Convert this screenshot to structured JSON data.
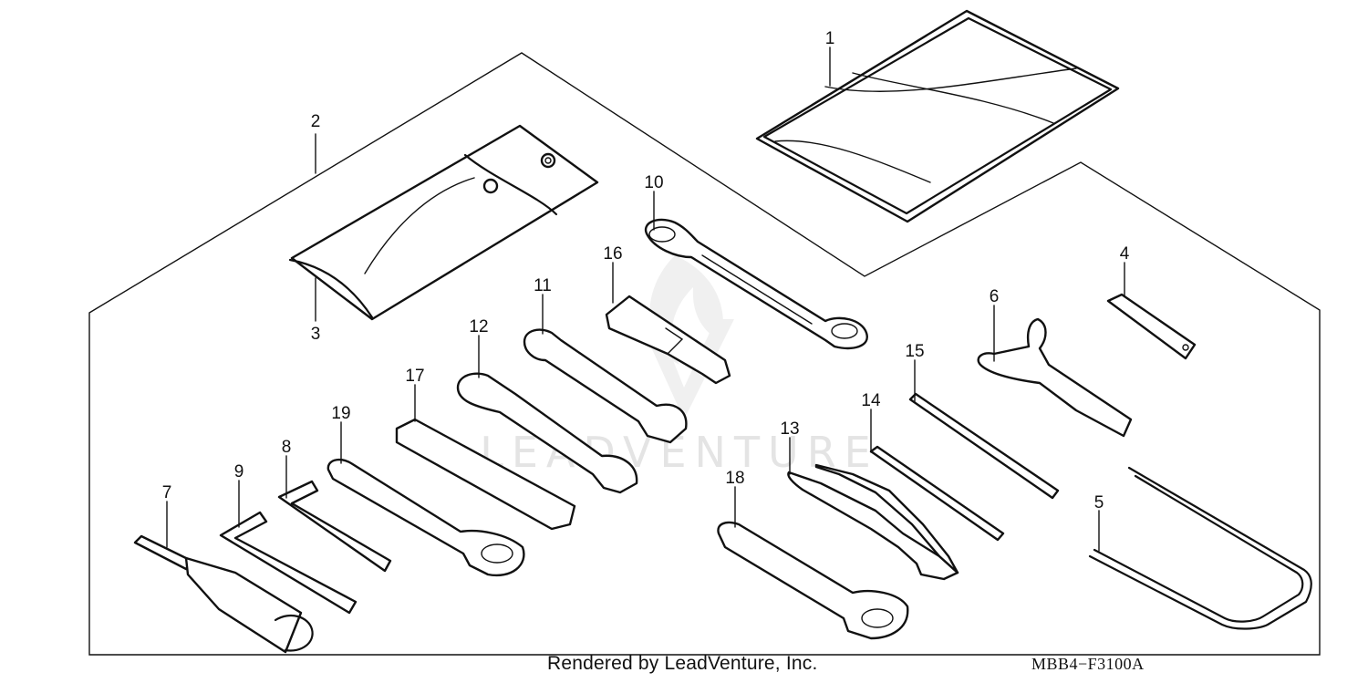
{
  "callouts": [
    "1",
    "2",
    "3",
    "4",
    "5",
    "6",
    "7",
    "8",
    "9",
    "10",
    "11",
    "12",
    "13",
    "14",
    "15",
    "16",
    "17",
    "18",
    "19"
  ],
  "watermark": "LEADVENTURE",
  "footer": {
    "credit": "Rendered by LeadVenture, Inc.",
    "diagram_code": "MBB4−F3100A"
  },
  "colors": {
    "line": "#111111",
    "background": "#ffffff",
    "watermark": "#e4e4e4"
  }
}
